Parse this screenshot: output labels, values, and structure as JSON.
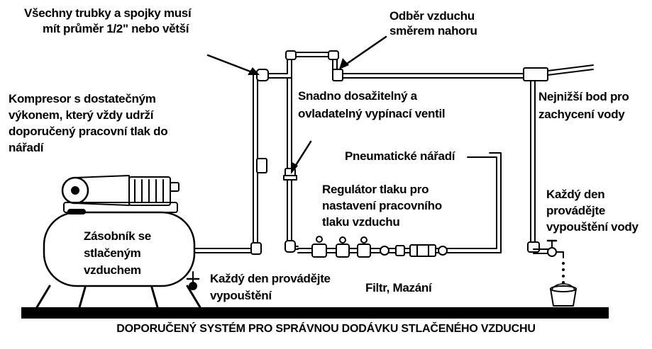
{
  "title": "DOPORUČENÝ SYSTÉM PRO SPRÁVNOU DODÁVKU STLAČENÉHO VZDUCHU",
  "labels": {
    "pipes_note": [
      "Všechny trubky a spojky musí",
      "mít průměr 1/2\" nebo větší"
    ],
    "air_takeoff": [
      "Odběr vzduchu",
      "směrem nahoru"
    ],
    "compressor": [
      "Kompresor s dostatečným",
      "výkonem, který vždy udrží",
      "doporučený pracovní tlak do",
      "nářadí"
    ],
    "shutoff_valve": [
      "Snadno dosažitelný a",
      "ovladatelný vypínací ventil"
    ],
    "lowest_point": [
      "Nejnižší bod pro",
      "zachycení vody"
    ],
    "pneumatic_tool": "Pneumatické nářadí",
    "regulator": [
      "Regulátor tlaku pro",
      "nastavení pracovního",
      "tlaku vzduchu"
    ],
    "daily_drain_right": [
      "Každý den",
      "provádějte",
      "vypouštění vody"
    ],
    "tank": [
      "Zásobník se",
      "stlačeným",
      "vzduchem"
    ],
    "daily_drain_left": [
      "Každý den provádějte",
      "vypouštění"
    ],
    "filter_lube": "Filtr, Mazání"
  }
}
